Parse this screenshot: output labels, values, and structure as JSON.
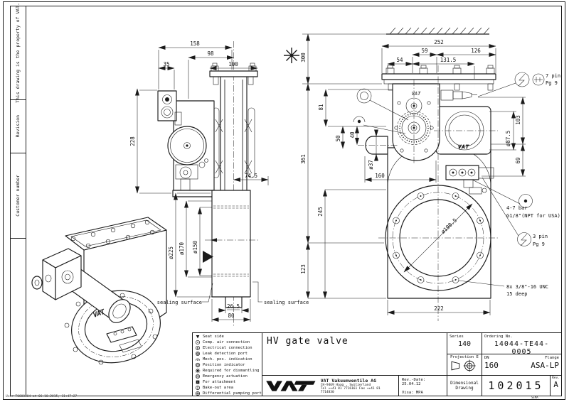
{
  "frame": {
    "property_note": "This drawing is the property of VAT.",
    "revision_label": "Revision",
    "customer_number_label": "Customer number",
    "print_footer": "User T0000804 at 06.10.2015, 11:47:27"
  },
  "legend": {
    "items": [
      {
        "name": "seat-side",
        "label": "Seat side"
      },
      {
        "name": "comp-air-connection",
        "label": "Comp. air connection"
      },
      {
        "name": "electrical-connection",
        "label": "Electrical connection"
      },
      {
        "name": "leak-detection-port",
        "label": "Leak detection port"
      },
      {
        "name": "mech-pos-indication",
        "label": "Mech. pos. indication"
      },
      {
        "name": "position-indicator",
        "label": "Position indicator"
      },
      {
        "name": "required-for-dismantling",
        "label": "Required for dismantling"
      },
      {
        "name": "emergency-actuation",
        "label": "Emergency actuation"
      },
      {
        "name": "for-attachment",
        "label": "For attachment"
      },
      {
        "name": "bake-out-area",
        "label": "Bake-out area"
      },
      {
        "name": "differential-pumping-port",
        "label": "Differential pumping port"
      }
    ]
  },
  "title_block": {
    "title": "HV gate valve",
    "series_label": "Series",
    "series_value": "140",
    "ordering_label": "Ordering No.",
    "ordering_value": "14044-TE44-0005",
    "projection_label": "Projection E",
    "dn_label": "DN",
    "dn_value": "160",
    "flange_label": "Flange",
    "flange_value": "ASA-LP",
    "logo_text": "VAT",
    "company_name": "VAT Vakuumventile AG",
    "company_address": "CH-9469 Haag , Switzerland",
    "company_phone": "Tel ++41 81 7716161 Fax ++41 81 7714830",
    "rev_date": "Rev.-Date: 25.04.12",
    "visa": "Visa: MPA",
    "doc_type_line1": "Dimensional",
    "doc_type_line2": "Drawing",
    "drawing_number": "102015",
    "rev_label": "Rev.",
    "rev_value": "A",
    "stamp": "SEMA"
  },
  "drawing": {
    "dims": {
      "d158": "158",
      "d98": "98",
      "d35": "35",
      "d100": "100",
      "d228": "228",
      "d74_5": "74.5",
      "d225": "ø225",
      "d170": "ø170",
      "d150": "ø150",
      "d26_5": "26.5",
      "d80": "80",
      "d300": "300",
      "d252": "252",
      "d59": "59",
      "d126": "126",
      "d54": "54",
      "d131_5": "131.5",
      "d81": "81",
      "d50": "50",
      "d40": "40",
      "d37": "ø37",
      "d160": "160",
      "d361": "361",
      "d245": "245",
      "d123": "123",
      "d222": "222",
      "d103": "103",
      "d87_5": "ø87.5",
      "d69": "69",
      "d190_5": "ø190.5"
    },
    "annotations": {
      "sealing_surface_left": "sealing surface",
      "sealing_surface_right": "sealing surface",
      "pin7_line1": "7 pin",
      "pin7_line2": "Pg 9",
      "air_line1": "4-7 bar",
      "air_line2": "G1/8\"(NPT for USA)",
      "pin3_line1": "3 pin",
      "pin3_line2": "Pg 9",
      "unc_line1": "8x 3/8\"-16 UNC",
      "unc_line2": "15 deep"
    }
  },
  "colors": {
    "line": "#1b1b1b",
    "background": "#ffffff"
  }
}
